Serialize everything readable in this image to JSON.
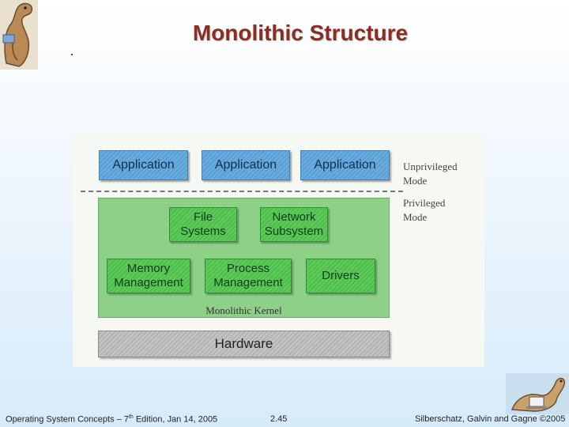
{
  "title": "Monolithic Structure",
  "diagram": {
    "applications": [
      "Application",
      "Application",
      "Application"
    ],
    "unprivileged_mode": [
      "Unprivileged",
      "Mode"
    ],
    "privileged_mode": [
      "Privileged",
      "Mode"
    ],
    "kernel_components": {
      "file_systems": [
        "File",
        "Systems"
      ],
      "network_subsystem": [
        "Network",
        "Subsystem"
      ],
      "memory_management": [
        "Memory",
        "Management"
      ],
      "process_management": [
        "Process",
        "Management"
      ],
      "drivers": "Drivers"
    },
    "kernel_label": "Monolithic Kernel",
    "hardware": "Hardware"
  },
  "footer": {
    "left_pre": "Operating System Concepts – 7",
    "left_sup": "th",
    "left_post": " Edition, Jan 14, 2005",
    "center": "2.45",
    "right": "Silberschatz, Galvin and Gagne ©2005"
  }
}
